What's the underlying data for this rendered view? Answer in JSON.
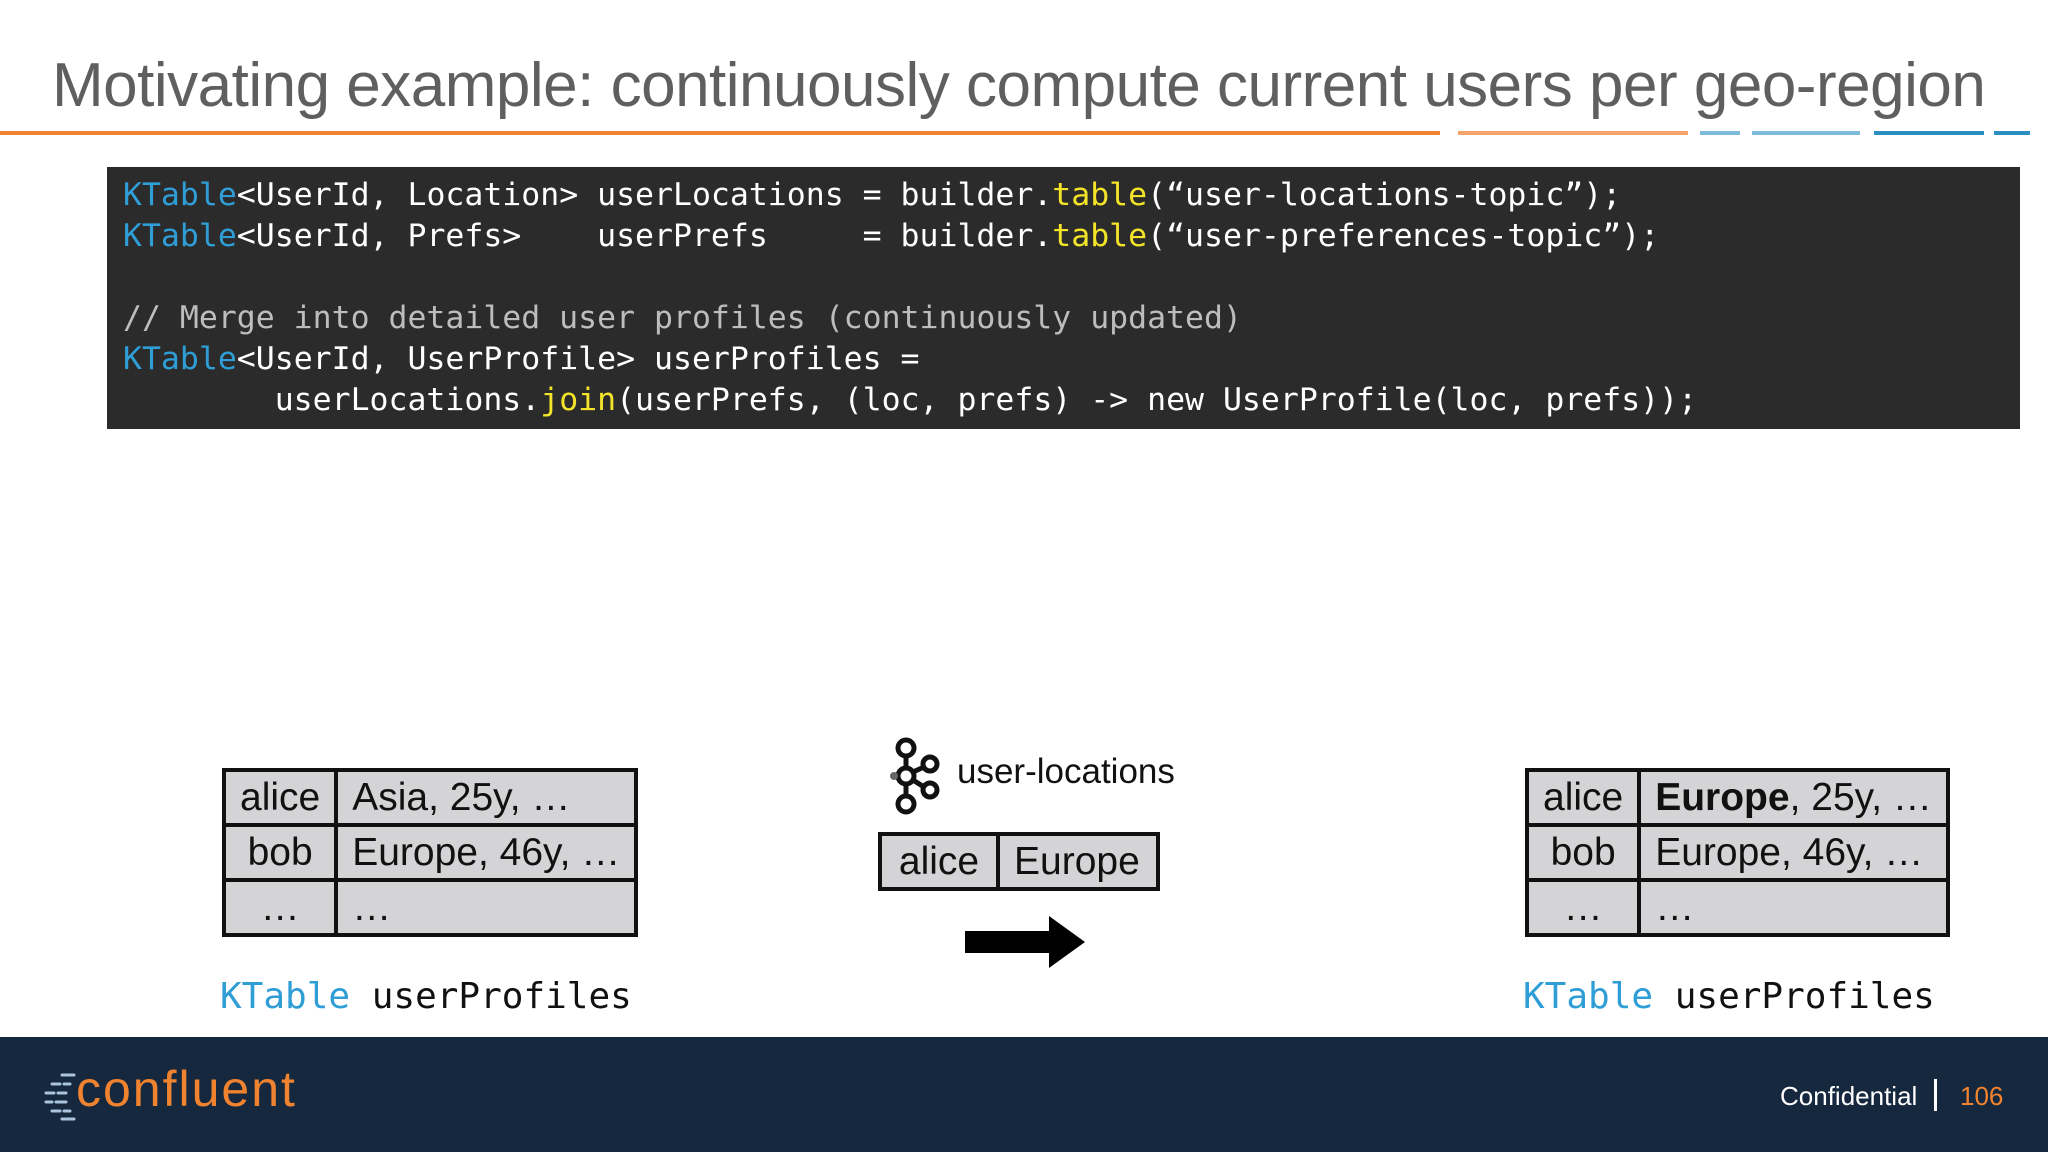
{
  "slide": {
    "title": "Motivating example: continuously compute current users per geo-region"
  },
  "code": {
    "line1": {
      "type": "KTable",
      "generics": "<UserId, Location> userLocations = builder.",
      "method": "table",
      "rest": "(“user-locations-topic”);"
    },
    "line2": {
      "type": "KTable",
      "generics": "<UserId, Prefs>    userPrefs     = builder.",
      "method": "table",
      "rest": "(“user-preferences-topic”);"
    },
    "comment": "// Merge into detailed user profiles (continuously updated)",
    "line4": {
      "type": "KTable",
      "rest": "<UserId, UserProfile> userProfiles ="
    },
    "line5": {
      "pre": "        userLocations.",
      "method": "join",
      "rest": "(userPrefs, (loc, prefs) -> new UserProfile(loc, prefs));"
    }
  },
  "left_table": {
    "rows": [
      {
        "key": "alice",
        "value": "Asia, 25y, …"
      },
      {
        "key": "bob",
        "value": "Europe, 46y, …"
      },
      {
        "key": "…",
        "value": "…"
      }
    ],
    "label_type": "KTable",
    "label_name": "userProfiles"
  },
  "topic": {
    "name": "user-locations",
    "icon": "kafka-topic-icon",
    "record": {
      "key": "alice",
      "value": "Europe"
    },
    "arrow_icon": "right-arrow-icon"
  },
  "right_table": {
    "rows": [
      {
        "key": "alice",
        "value_bold": "Europe",
        "value": ", 25y, …"
      },
      {
        "key": "bob",
        "value": "Europe, 46y, …"
      },
      {
        "key": "…",
        "value": "…"
      }
    ],
    "label_type": "KTable",
    "label_name": "userProfiles"
  },
  "footer": {
    "logo": "confluent",
    "confidential": "Confidential",
    "page": "106"
  },
  "colors": {
    "accent_orange": "#f0832f",
    "accent_blue": "#2b8fc2",
    "footer_bg": "#16283d",
    "code_bg": "#2b2b2b",
    "keyword": "#2f9ed6",
    "method": "#f3e42a"
  }
}
